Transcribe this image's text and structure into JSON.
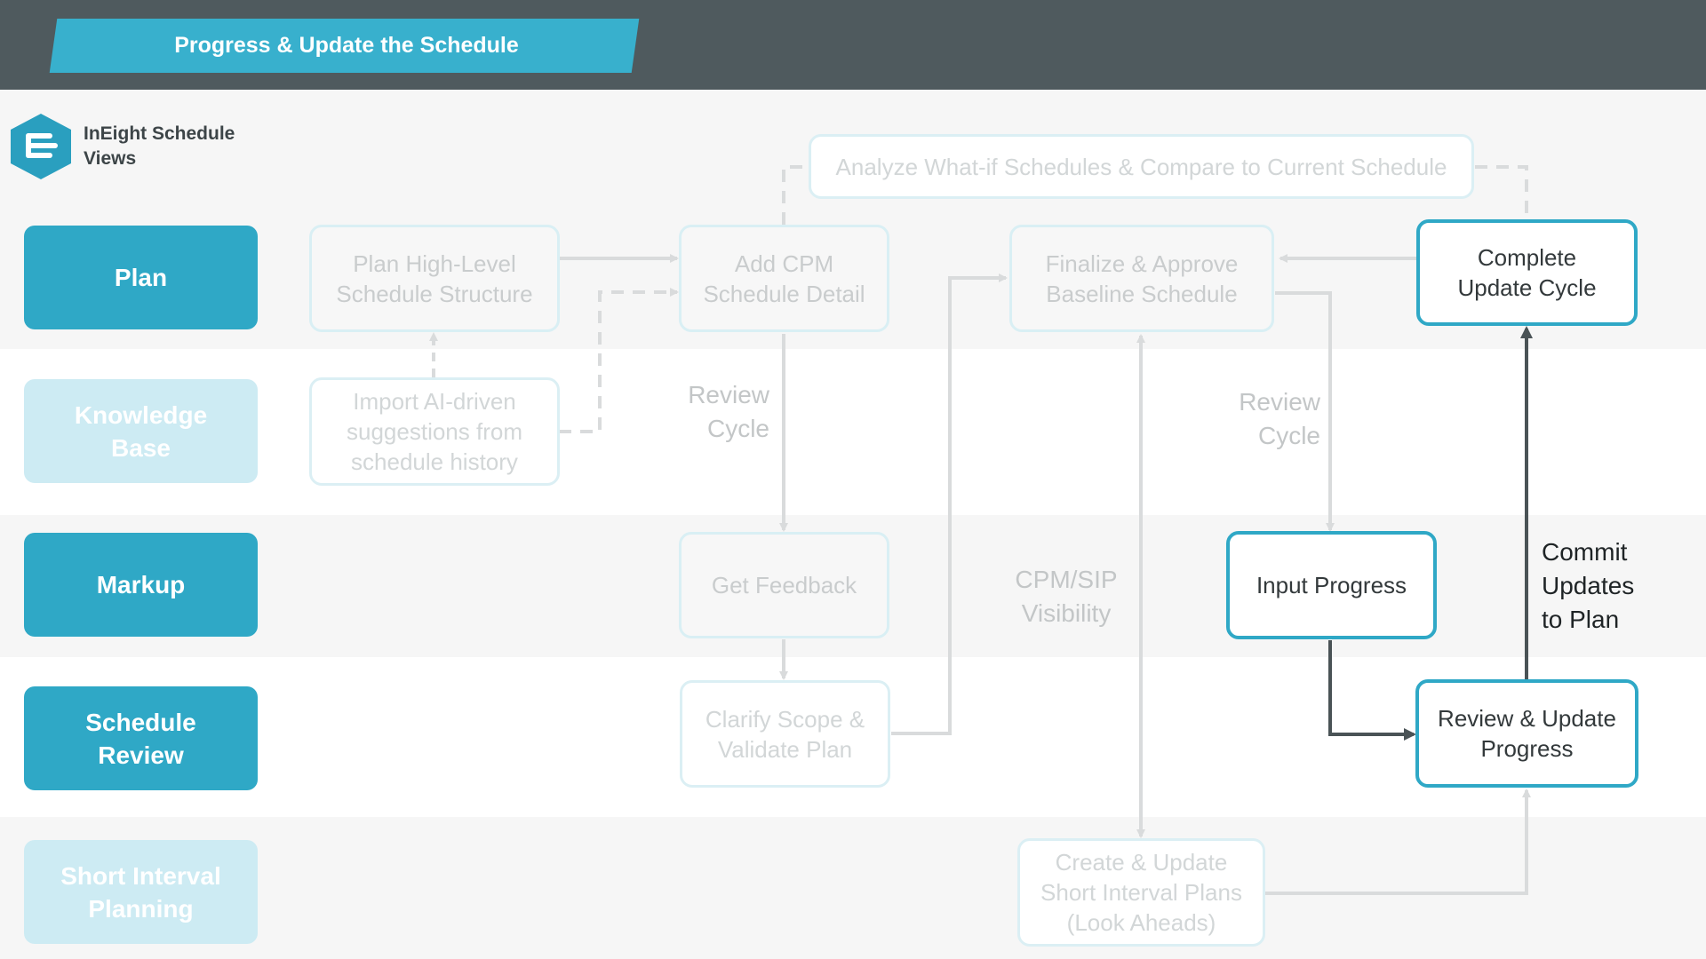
{
  "header": {
    "title": "Progress & Update the Schedule"
  },
  "brand": {
    "name": "InEight Schedule\nViews"
  },
  "lanes": [
    {
      "label": "Plan",
      "state": "active"
    },
    {
      "label": "Knowledge\nBase",
      "state": "faded"
    },
    {
      "label": "Markup",
      "state": "active"
    },
    {
      "label": "Schedule\nReview",
      "state": "active"
    },
    {
      "label": "Short Interval\nPlanning",
      "state": "faded"
    }
  ],
  "nodes": {
    "analyze": "Analyze What-if Schedules & Compare to Current Schedule",
    "plan_high_level": "Plan High-Level\nSchedule Structure",
    "add_cpm": "Add CPM\nSchedule Detail",
    "finalize": "Finalize & Approve\nBaseline Schedule",
    "complete_cycle": "Complete\nUpdate Cycle",
    "import_ai": "Import AI-driven\nsuggestions from\nschedule history",
    "get_feedback": "Get Feedback",
    "input_progress": "Input Progress",
    "clarify_scope": "Clarify Scope &\nValidate Plan",
    "review_update": "Review & Update\nProgress",
    "create_sip": "Create & Update\nShort Interval Plans\n(Look Aheads)"
  },
  "edge_labels": {
    "review_cycle_1": "Review\nCycle",
    "review_cycle_2": "Review\nCycle",
    "cpm_sip": "CPM/SIP\nVisibility",
    "commit": "Commit\nUpdates\nto Plan"
  },
  "colors": {
    "header_bg": "#4f5a5e",
    "accent": "#2fa8c6",
    "banner": "#38b0cd",
    "faded_lane": "#cdebf3",
    "active_arrow": "#4a5356",
    "faded_arrow": "#d9dbdc"
  }
}
